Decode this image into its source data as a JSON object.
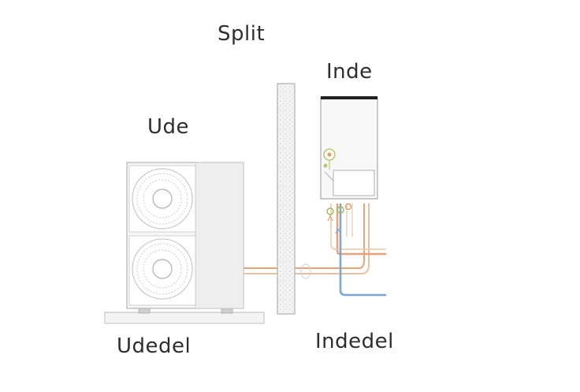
{
  "labels": {
    "split": "Split",
    "inde": "Inde",
    "ude": "Ude",
    "udedel": "Udedel",
    "indedel": "Indedel"
  },
  "colors": {
    "text": "#2e2e2e",
    "outline": "#9a9a9a",
    "warm_pipe": "#e8a37a",
    "cold_pipe": "#7aa6d6",
    "accent_green": "#b8c86a",
    "unit_top": "#222222"
  },
  "icons": {
    "outdoor_unit": "heat-pump-outdoor-unit-icon",
    "indoor_unit": "indoor-unit-icon",
    "wall": "wall-icon"
  }
}
